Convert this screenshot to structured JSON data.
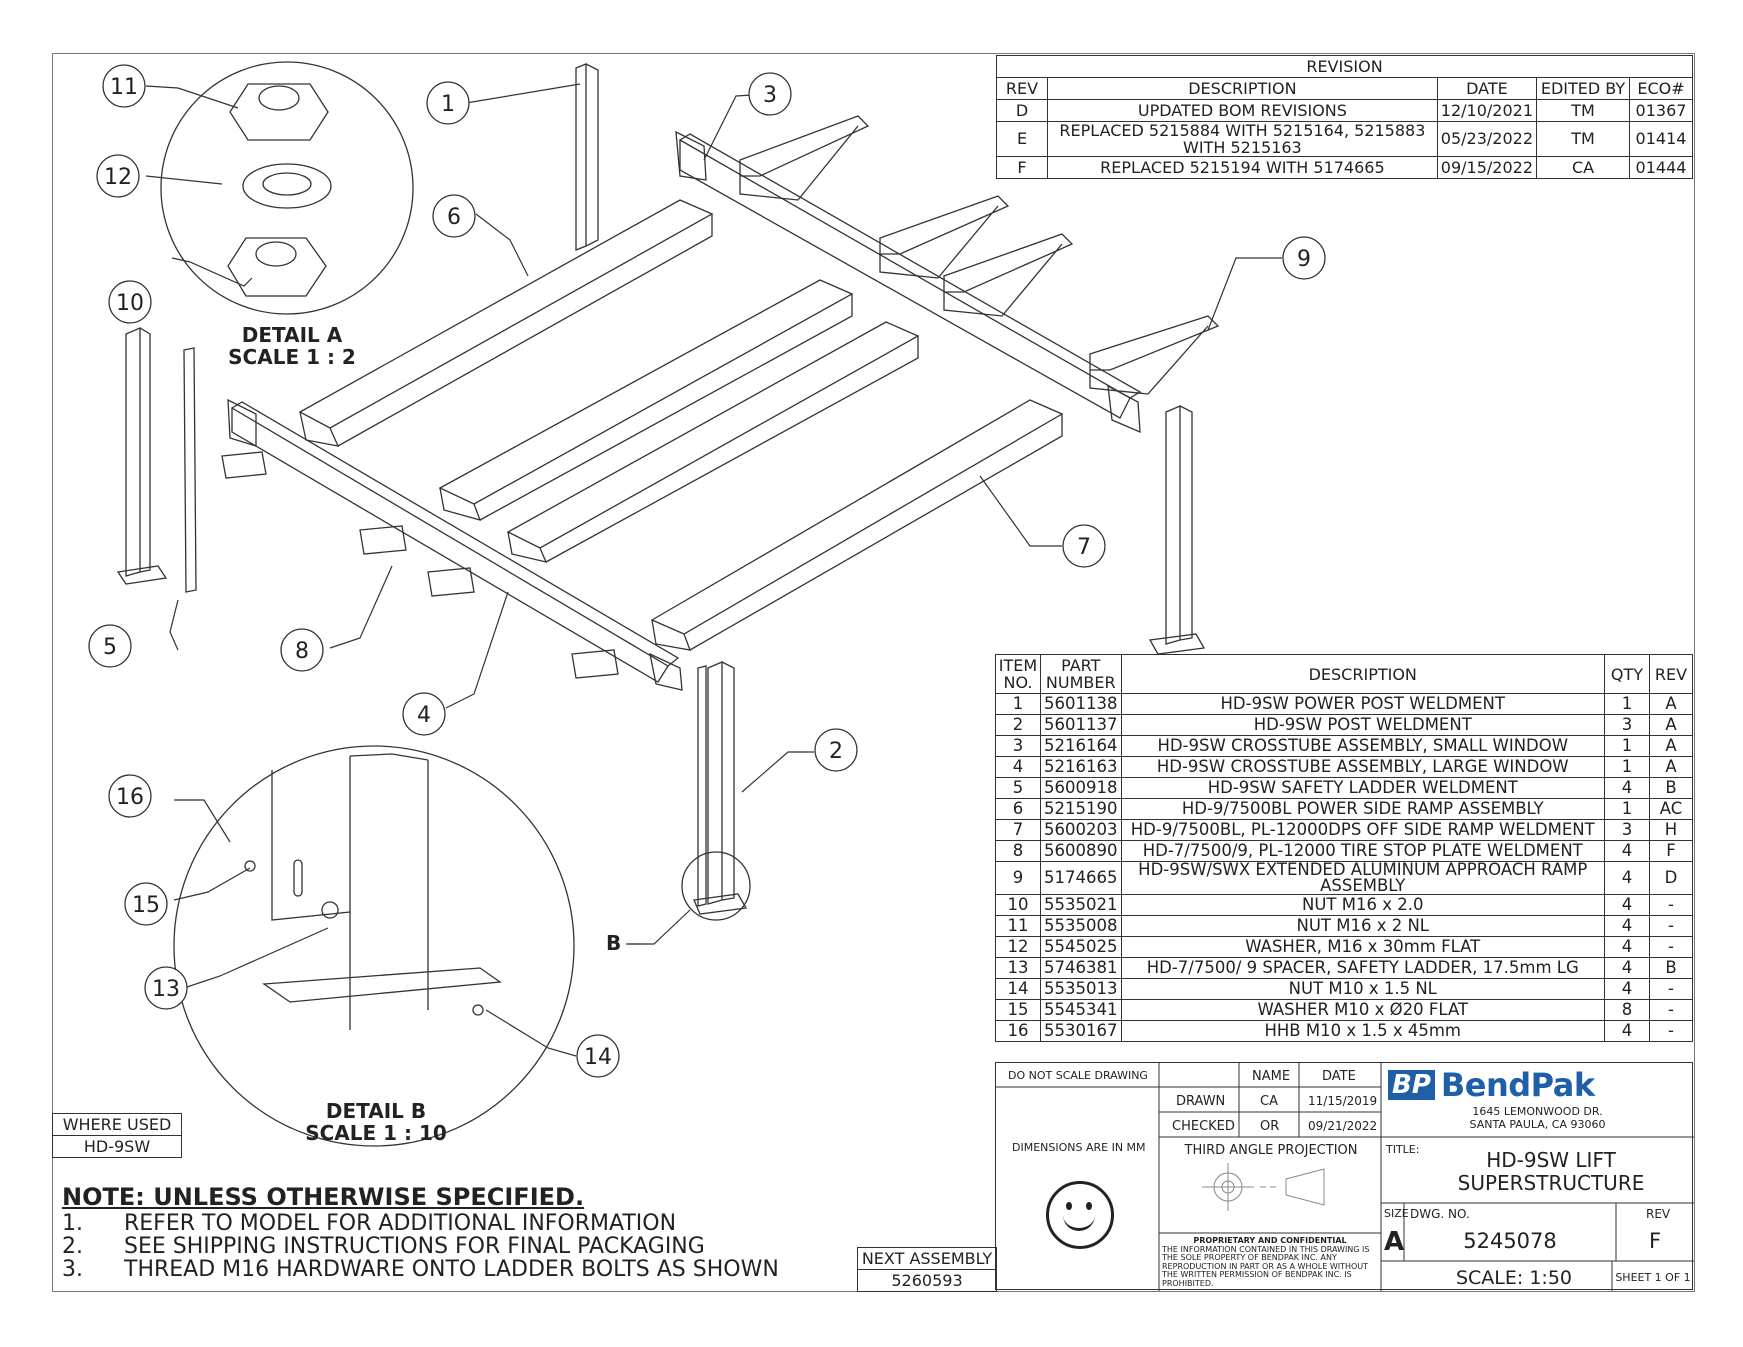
{
  "revision_table": {
    "title": "REVISION",
    "headers": [
      "REV",
      "DESCRIPTION",
      "DATE",
      "EDITED BY",
      "ECO#"
    ],
    "rows": [
      {
        "rev": "D",
        "description": "UPDATED BOM REVISIONS",
        "date": "12/10/2021",
        "edited_by": "TM",
        "eco": "01367"
      },
      {
        "rev": "E",
        "description": "REPLACED 5215884 WITH 5215164, 5215883 WITH 5215163",
        "date": "05/23/2022",
        "edited_by": "TM",
        "eco": "01414"
      },
      {
        "rev": "F",
        "description": "REPLACED 5215194 WITH 5174665",
        "date": "09/15/2022",
        "edited_by": "CA",
        "eco": "01444"
      }
    ]
  },
  "bom": {
    "headers": [
      "ITEM NO.",
      "PART NUMBER",
      "DESCRIPTION",
      "QTY",
      "REV"
    ],
    "rows": [
      {
        "item": "1",
        "part": "5601138",
        "description": "HD-9SW POWER POST WELDMENT",
        "qty": "1",
        "rev": "A"
      },
      {
        "item": "2",
        "part": "5601137",
        "description": "HD-9SW POST WELDMENT",
        "qty": "3",
        "rev": "A"
      },
      {
        "item": "3",
        "part": "5216164",
        "description": "HD-9SW CROSSTUBE ASSEMBLY, SMALL WINDOW",
        "qty": "1",
        "rev": "A"
      },
      {
        "item": "4",
        "part": "5216163",
        "description": "HD-9SW CROSSTUBE ASSEMBLY, LARGE WINDOW",
        "qty": "1",
        "rev": "A"
      },
      {
        "item": "5",
        "part": "5600918",
        "description": "HD-9SW SAFETY LADDER WELDMENT",
        "qty": "4",
        "rev": "B"
      },
      {
        "item": "6",
        "part": "5215190",
        "description": "HD-9/7500BL POWER SIDE RAMP ASSEMBLY",
        "qty": "1",
        "rev": "AC"
      },
      {
        "item": "7",
        "part": "5600203",
        "description": "HD-9/7500BL, PL-12000DPS OFF SIDE RAMP WELDMENT",
        "qty": "3",
        "rev": "H"
      },
      {
        "item": "8",
        "part": "5600890",
        "description": "HD-7/7500/9, PL-12000 TIRE STOP PLATE WELDMENT",
        "qty": "4",
        "rev": "F"
      },
      {
        "item": "9",
        "part": "5174665",
        "description": "HD-9SW/SWX EXTENDED ALUMINUM APPROACH RAMP ASSEMBLY",
        "qty": "4",
        "rev": "D"
      },
      {
        "item": "10",
        "part": "5535021",
        "description": "NUT M16 x 2.0",
        "qty": "4",
        "rev": "-"
      },
      {
        "item": "11",
        "part": "5535008",
        "description": "NUT M16 x 2 NL",
        "qty": "4",
        "rev": "-"
      },
      {
        "item": "12",
        "part": "5545025",
        "description": "WASHER, M16 x 30mm FLAT",
        "qty": "4",
        "rev": "-"
      },
      {
        "item": "13",
        "part": "5746381",
        "description": "HD-7/7500/ 9 SPACER, SAFETY LADDER, 17.5mm LG",
        "qty": "4",
        "rev": "B"
      },
      {
        "item": "14",
        "part": "5535013",
        "description": "NUT M10 x 1.5 NL",
        "qty": "4",
        "rev": "-"
      },
      {
        "item": "15",
        "part": "5545341",
        "description": "WASHER M10 x Ø20 FLAT",
        "qty": "8",
        "rev": "-"
      },
      {
        "item": "16",
        "part": "5530167",
        "description": "HHB M10 x 1.5 x 45mm",
        "qty": "4",
        "rev": "-"
      }
    ]
  },
  "title_block": {
    "do_not_scale": "DO NOT SCALE DRAWING",
    "name_header": "NAME",
    "date_header": "DATE",
    "drawn_label": "DRAWN",
    "drawn_name": "CA",
    "drawn_date": "11/15/2019",
    "checked_label": "CHECKED",
    "checked_name": "OR",
    "checked_date": "09/21/2022",
    "dimensions": "DIMENSIONS ARE IN MM",
    "projection": "THIRD ANGLE PROJECTION",
    "proprietary_title": "PROPRIETARY AND CONFIDENTIAL",
    "proprietary_text": "THE INFORMATION CONTAINED IN THIS DRAWING IS THE SOLE PROPERTY OF BENDPAK INC. ANY REPRODUCTION IN PART OR AS A WHOLE WITHOUT THE WRITTEN PERMISSION OF BENDPAK INC. IS PROHIBITED.",
    "logo_mark": "BP",
    "logo_word": "BendPak",
    "address_line1": "1645 LEMONWOOD DR.",
    "address_line2": "SANTA PAULA, CA 93060",
    "title_label": "TITLE:",
    "title_line1": "HD-9SW LIFT",
    "title_line2": "SUPERSTRUCTURE",
    "size_label": "SIZE",
    "size_value": "A",
    "dwg_label": "DWG. NO.",
    "dwg_no": "5245078",
    "rev_label": "REV",
    "rev_value": "F",
    "scale": "SCALE: 1:50",
    "sheet": "SHEET 1 OF 1"
  },
  "notes": {
    "heading": "NOTE: UNLESS OTHERWISE SPECIFIED",
    "items": [
      {
        "num": "1.",
        "text": "REFER TO MODEL FOR ADDITIONAL INFORMATION"
      },
      {
        "num": "2.",
        "text": "SEE SHIPPING INSTRUCTIONS FOR FINAL PACKAGING"
      },
      {
        "num": "3.",
        "text": "THREAD M16 HARDWARE ONTO LADDER BOLTS AS SHOWN"
      }
    ]
  },
  "where_used": {
    "label": "WHERE USED",
    "value": "HD-9SW"
  },
  "next_assembly": {
    "label": "NEXT ASSEMBLY",
    "value": "5260593"
  },
  "detail_a": {
    "title": "DETAIL A",
    "scale": "SCALE 1 : 2"
  },
  "detail_b": {
    "title": "DETAIL B",
    "scale": "SCALE 1 : 10"
  },
  "detail_b_marker": "B",
  "balloons": [
    "1",
    "2",
    "3",
    "4",
    "5",
    "6",
    "7",
    "8",
    "9",
    "10",
    "11",
    "12",
    "13",
    "14",
    "15",
    "16"
  ]
}
